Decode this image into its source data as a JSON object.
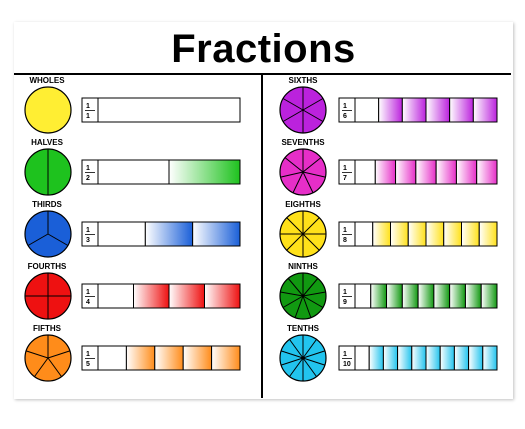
{
  "title": "Fractions",
  "rows": [
    {
      "label": "WHOLES",
      "denominator": 1,
      "numerator_text": "1",
      "denominator_text": "1",
      "color": "#ffee33",
      "shaded": 0
    },
    {
      "label": "HALVES",
      "denominator": 2,
      "numerator_text": "1",
      "denominator_text": "2",
      "color": "#1ec21e",
      "shaded": 1
    },
    {
      "label": "THIRDS",
      "denominator": 3,
      "numerator_text": "1",
      "denominator_text": "3",
      "color": "#1a5fd8",
      "shaded": 2
    },
    {
      "label": "FOURTHS",
      "denominator": 4,
      "numerator_text": "1",
      "denominator_text": "4",
      "color": "#ee1111",
      "shaded": 3
    },
    {
      "label": "FIFTHS",
      "denominator": 5,
      "numerator_text": "1",
      "denominator_text": "5",
      "color": "#ff8c1a",
      "shaded": 4
    },
    {
      "label": "SIXTHS",
      "denominator": 6,
      "numerator_text": "1",
      "denominator_text": "6",
      "color": "#bb22dd",
      "shaded": 5
    },
    {
      "label": "SEVENTHS",
      "denominator": 7,
      "numerator_text": "1",
      "denominator_text": "7",
      "color": "#e62ec8",
      "shaded": 6
    },
    {
      "label": "EIGHTHS",
      "denominator": 8,
      "numerator_text": "1",
      "denominator_text": "8",
      "color": "#ffe11a",
      "shaded": 7
    },
    {
      "label": "NINTHS",
      "denominator": 9,
      "numerator_text": "1",
      "denominator_text": "9",
      "color": "#119911",
      "shaded": 8
    },
    {
      "label": "TENTHS",
      "denominator": 10,
      "numerator_text": "1",
      "denominator_text": "10",
      "color": "#22c4ee",
      "shaded": 9
    }
  ]
}
